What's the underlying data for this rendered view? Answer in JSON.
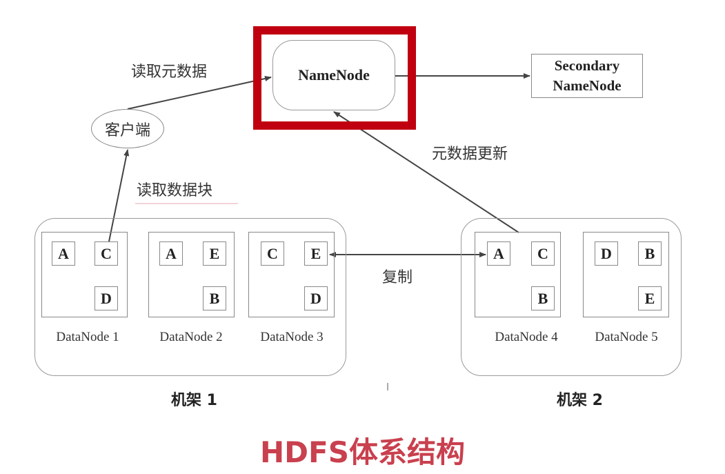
{
  "namenode": {
    "label": "NameNode"
  },
  "secondary": {
    "line1": "Secondary",
    "line2": "NameNode"
  },
  "client": {
    "label": "客户端"
  },
  "edges": {
    "read_metadata": "读取元数据",
    "read_block": "读取数据块",
    "metadata_update": "元数据更新",
    "replicate": "复制"
  },
  "datanodes": [
    {
      "label": "DataNode 1",
      "blocks": [
        "A",
        "C",
        "D"
      ]
    },
    {
      "label": "DataNode 2",
      "blocks": [
        "A",
        "E",
        "B"
      ]
    },
    {
      "label": "DataNode 3",
      "blocks": [
        "C",
        "E",
        "D"
      ]
    },
    {
      "label": "DataNode 4",
      "blocks": [
        "A",
        "C",
        "B"
      ]
    },
    {
      "label": "DataNode 5",
      "blocks": [
        "D",
        "B",
        "E"
      ]
    }
  ],
  "racks": [
    {
      "label": "机架 1"
    },
    {
      "label": "机架 2"
    }
  ],
  "title": "HDFS体系结构",
  "colors": {
    "highlight": "#c00010",
    "title": "#c9404e"
  }
}
